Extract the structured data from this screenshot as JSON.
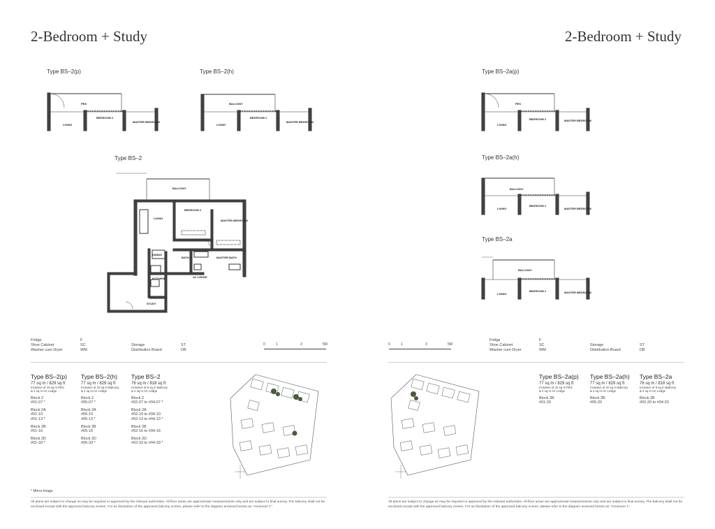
{
  "left": {
    "title": "2-Bedroom + Study",
    "plans": {
      "bs2p": {
        "label": "Type BS–2(p)"
      },
      "bs2h": {
        "label": "Type BS–2(h)"
      },
      "bs2": {
        "label": "Type BS–2"
      }
    },
    "rooms": {
      "pes": "PES",
      "balcony": "BALCONY",
      "living": "LIVING",
      "bedroom2": "BEDROOM 2",
      "master_bedroom": "MASTER BEDROOM",
      "dining": "DINING",
      "bath2": "BATH 2",
      "master_bath": "MASTER BATH",
      "kitchen": "KITCHEN",
      "ac_ledge": "AC LEDGE",
      "study": "STUDY"
    },
    "legend": {
      "fridge": {
        "name": "Fridge",
        "code": "F"
      },
      "shoe": {
        "name": "Shoe Cabinet",
        "code": "SC"
      },
      "washer": {
        "name": "Washer cum Dryer",
        "code": "WM"
      },
      "storage": {
        "name": "Storage",
        "code": "ST"
      },
      "db": {
        "name": "Distribution Board",
        "code": "DB"
      }
    },
    "scale": [
      "0",
      "1",
      "3",
      "5M"
    ],
    "units": [
      {
        "name": "Type BS–2(p)",
        "size": "77 sq m / 829 sq ft",
        "incl1": "Inclusive of 10 sq m PES",
        "incl2": "& 4 sq m AC Ledge",
        "blocks": [
          [
            "Block 2",
            "#01-07 *"
          ],
          [
            "Block 2A",
            "#01-10",
            "#01-13 *"
          ],
          [
            "Block 2B",
            "#01-16"
          ],
          [
            "Block 2D",
            "#01-33 *"
          ]
        ]
      },
      {
        "name": "Type BS–2(h)",
        "size": "77 sq m / 829 sq ft",
        "incl1": "Inclusive of 10 sq m Balcony",
        "incl2": "& 4 sq m AC Ledge",
        "blocks": [
          [
            "Block 2",
            "#05-07 *"
          ],
          [
            "Block 2A",
            "#05-10",
            "#05-13 *"
          ],
          [
            "Block 2B",
            "#05-16"
          ],
          [
            "Block 2D",
            "#05-33 *"
          ]
        ]
      },
      {
        "name": "Type BS–2",
        "size": "76 sq m / 818 sq ft",
        "incl1": "Inclusive of 9 sq m Balcony",
        "incl2": "& 4 sq m AC Ledge",
        "blocks": [
          [
            "Block 2",
            "#02-07 to #04-07 *"
          ],
          [
            "Block 2A",
            "#02-10 to #04-10",
            "#02-13 to #04-13 *"
          ],
          [
            "Block 2B",
            "#02-16 to #04-16"
          ],
          [
            "Block 2D",
            "#02-33 to #04-33 *"
          ]
        ]
      }
    ],
    "mirror_note": "* Mirror Image",
    "disclaimer": "All plans are subject to change as may be required or approved by the relevant authorities. All floor areas are approximate measurements only and are subject to final survey. The balcony shall not be enclosed except with the approved balcony screen. For an illustration of the approved balcony screen, please refer to the diagram annexed hereto as \"Annexure 1\"."
  },
  "right": {
    "title": "2-Bedroom + Study",
    "plans": {
      "bs2ap": {
        "label": "Type BS–2a(p)"
      },
      "bs2ah": {
        "label": "Type BS–2a(h)"
      },
      "bs2a": {
        "label": "Type BS–2a"
      }
    },
    "legend": {
      "fridge": {
        "name": "Fridge",
        "code": "F"
      },
      "shoe": {
        "name": "Shoe Cabinet",
        "code": "SC"
      },
      "washer": {
        "name": "Washer cum Dryer",
        "code": "WM"
      },
      "storage": {
        "name": "Storage",
        "code": "ST"
      },
      "db": {
        "name": "Distribution Board",
        "code": "DB"
      }
    },
    "scale": [
      "0",
      "1",
      "3",
      "5M"
    ],
    "units": [
      {
        "name": "Type BS–2a(p)",
        "size": "77 sq m / 829 sq ft",
        "incl1": "Inclusive of 10 sq m PES",
        "incl2": "& 4 sq m AC Ledge",
        "blocks": [
          [
            "Block 2B",
            "#01-20"
          ]
        ]
      },
      {
        "name": "Type BS–2a(h)",
        "size": "77 sq m / 829 sq ft",
        "incl1": "Inclusive of 10 sq m Balcony",
        "incl2": "& 4 sq m AC Ledge",
        "blocks": [
          [
            "Block 2B",
            "#05-20"
          ]
        ]
      },
      {
        "name": "Type BS–2a",
        "size": "76 sq m / 818 sq ft",
        "incl1": "Inclusive of 9 sq m Balcony",
        "incl2": "& 4 sq m AC Ledge",
        "blocks": [
          [
            "Block 2B",
            "#02-20 to #04-20"
          ]
        ]
      }
    ],
    "disclaimer": "All plans are subject to change as may be required or approved by the relevant authorities. All floor areas are approximate measurements only and are subject to final survey. The balcony shall not be enclosed except with the approved balcony screen. For an illustration of the approved balcony screen, please refer to the diagram annexed hereto as \"Annexure 1\"."
  },
  "colors": {
    "wall": "#333333",
    "rule": "#cfcfcf",
    "highlight": "#4a5a3a",
    "text": "#3a3a3a"
  }
}
